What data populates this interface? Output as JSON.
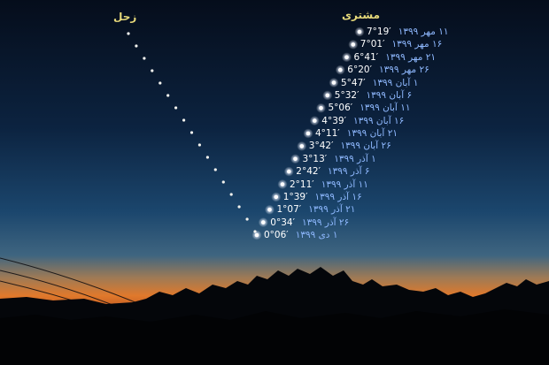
{
  "labels": {
    "saturn": "زحل",
    "jupiter": "مشتری"
  },
  "conjunction_sequence": [
    {
      "separation": "7°19′",
      "date": "۱۱ مهر ۱۳۹۹"
    },
    {
      "separation": "7°01′",
      "date": "۱۶ مهر ۱۳۹۹"
    },
    {
      "separation": "6°41′",
      "date": "۲۱ مهر ۱۳۹۹"
    },
    {
      "separation": "6°20′",
      "date": "۲۶ مهر ۱۳۹۹"
    },
    {
      "separation": "5°47′",
      "date": "۱ آبان ۱۳۹۹"
    },
    {
      "separation": "5°32′",
      "date": "۶ آبان ۱۳۹۹"
    },
    {
      "separation": "5°06′",
      "date": "۱۱ آبان ۱۳۹۹"
    },
    {
      "separation": "4°39′",
      "date": "۱۶ آبان ۱۳۹۹"
    },
    {
      "separation": "4°11′",
      "date": "۲۱ آبان ۱۳۹۹"
    },
    {
      "separation": "3°42′",
      "date": "۲۶ آبان ۱۳۹۹"
    },
    {
      "separation": "3°13′",
      "date": "۱ آذر ۱۳۹۹"
    },
    {
      "separation": "2°42′",
      "date": "۶ آذر ۱۳۹۹"
    },
    {
      "separation": "2°11′",
      "date": "۱۱ آذر ۱۳۹۹"
    },
    {
      "separation": "1°39′",
      "date": "۱۶ آذر ۱۳۹۹"
    },
    {
      "separation": "1°07′",
      "date": "۲۱ آذر ۱۳۹۹"
    },
    {
      "separation": "0°34′",
      "date": "۲۶ آذر ۱۳۹۹"
    },
    {
      "separation": "0°06′",
      "date": "۱ دی ۱۳۹۹"
    }
  ],
  "colors": {
    "sky_top": "#06101e",
    "sky_mid": "#123458",
    "horizon_glow": "#d9692a",
    "horizon_orange": "#f09030",
    "ground": "#05070a",
    "label_text": "#8fb9ff",
    "planet_label": "#e6d97a",
    "star": "#ffffff"
  }
}
